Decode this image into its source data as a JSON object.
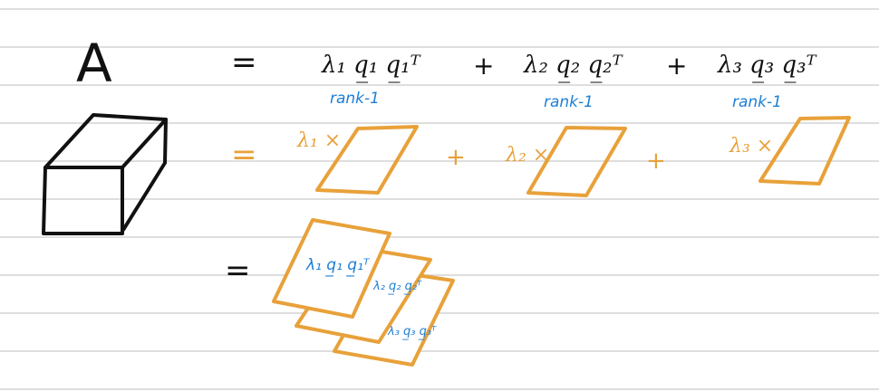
{
  "matrix_label": "A",
  "row1": {
    "equals": "=",
    "terms": [
      {
        "expr": "λ₁ q̲₁ q̲₁ᵀ",
        "label": "rank-1"
      },
      {
        "expr": "λ₂ q̲₂ q̲₂ᵀ",
        "label": "rank-1"
      },
      {
        "expr": "λ₃ q̲₃ q̲₃ᵀ",
        "label": "rank-1"
      }
    ],
    "plus": "+"
  },
  "row2": {
    "equals": "=",
    "coeffs": [
      "λ₁ ×",
      "λ₂ ×",
      "λ₃ ×"
    ],
    "plus": "+"
  },
  "row3": {
    "equals": "=",
    "stack_labels": [
      "λ₁ q̲₁ q̲₁ᵀ",
      "λ₂ q̲₂ q̲₂ᵀ",
      "λ₃ q̲₃ q̲₃ᵀ"
    ]
  },
  "colors": {
    "ink": "#111111",
    "orange": "#E8A13A",
    "blue": "#1E7FD6",
    "rule": "#c9c9c9"
  }
}
